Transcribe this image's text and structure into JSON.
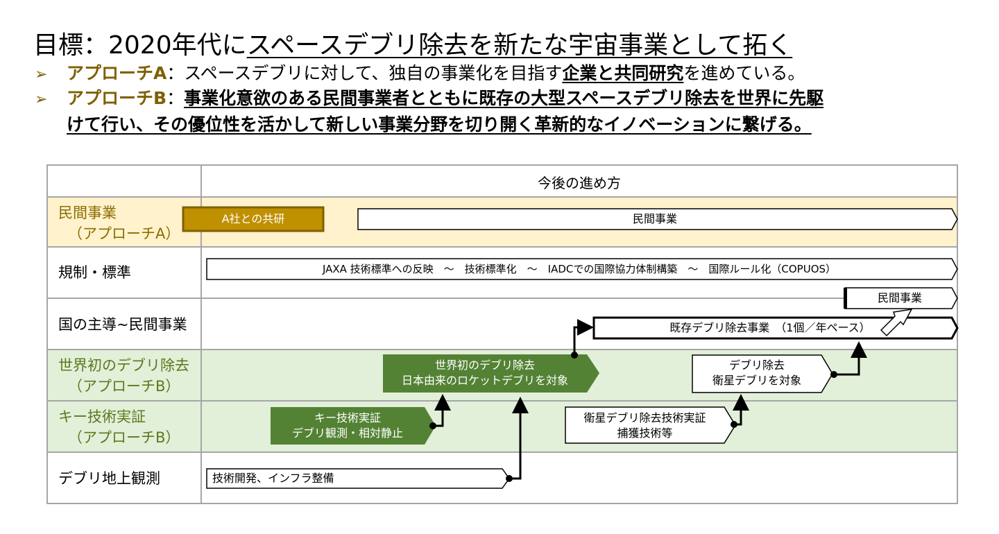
{
  "title": {
    "prefix": "目標：2020年代に",
    "underlined": "スペースデブリ除去を新たな宇宙事業として拓く"
  },
  "approach_a": {
    "tag": "アプローチA",
    "text1": "：スペースデブリに対して、独自の事業化を目指す",
    "bold": "企業と共同研究",
    "text2": "を進めている。"
  },
  "approach_b": {
    "tag": "アプローチB",
    "colon": "：",
    "line1": "事業化意欲のある民間事業者とともに既存の大型スペースデブリ除去を世界に先駆",
    "line2": "けて行い、その優位性を活かして新しい事業分野を切り開く革新的なイノベーションに繋げる。"
  },
  "table": {
    "header": "今後の進め方",
    "rows": [
      {
        "label": "民間事業",
        "sub": "（アプローチA）"
      },
      {
        "label": "規制・標準"
      },
      {
        "label": "国の主導~民間事業"
      },
      {
        "label": "世界初のデブリ除去",
        "sub": "（アプローチB）"
      },
      {
        "label": "キー技術実証",
        "sub": "（アプローチB）"
      },
      {
        "label": "デブリ地上観測"
      }
    ]
  },
  "boxes": {
    "a_joint": "A社との共研",
    "private_business_1": "民間事業",
    "regulation": "JAXA 技術標準への反映　～　技術標準化　～　IADCでの国際協力体制構築　～　国際ルール化（COPUOS）",
    "private_business_2": "民間事業",
    "existing_removal": "既存デブリ除去事業　（1個／年ペース）",
    "world_first_l1": "世界初のデブリ除去",
    "world_first_l2": "日本由来のロケットデブリを対象",
    "debris_removal_l1": "デブリ除去",
    "debris_removal_l2": "衛星デブリを対象",
    "key_tech_l1": "キー技術実証",
    "key_tech_l2": "デブリ観測・相対静止",
    "sat_tech_l1": "衛星デブリ除去技術実証",
    "sat_tech_l2": "捕獲技術等",
    "ground_obs": "技術開発、インフラ整備"
  },
  "colors": {
    "accent_brown": "#7f6000",
    "row_yellow": "#fff2cc",
    "row_green": "#e2efd9",
    "box_green": "#548235",
    "box_gold": "#bf9000",
    "grid_gray": "#a6a6a6"
  }
}
